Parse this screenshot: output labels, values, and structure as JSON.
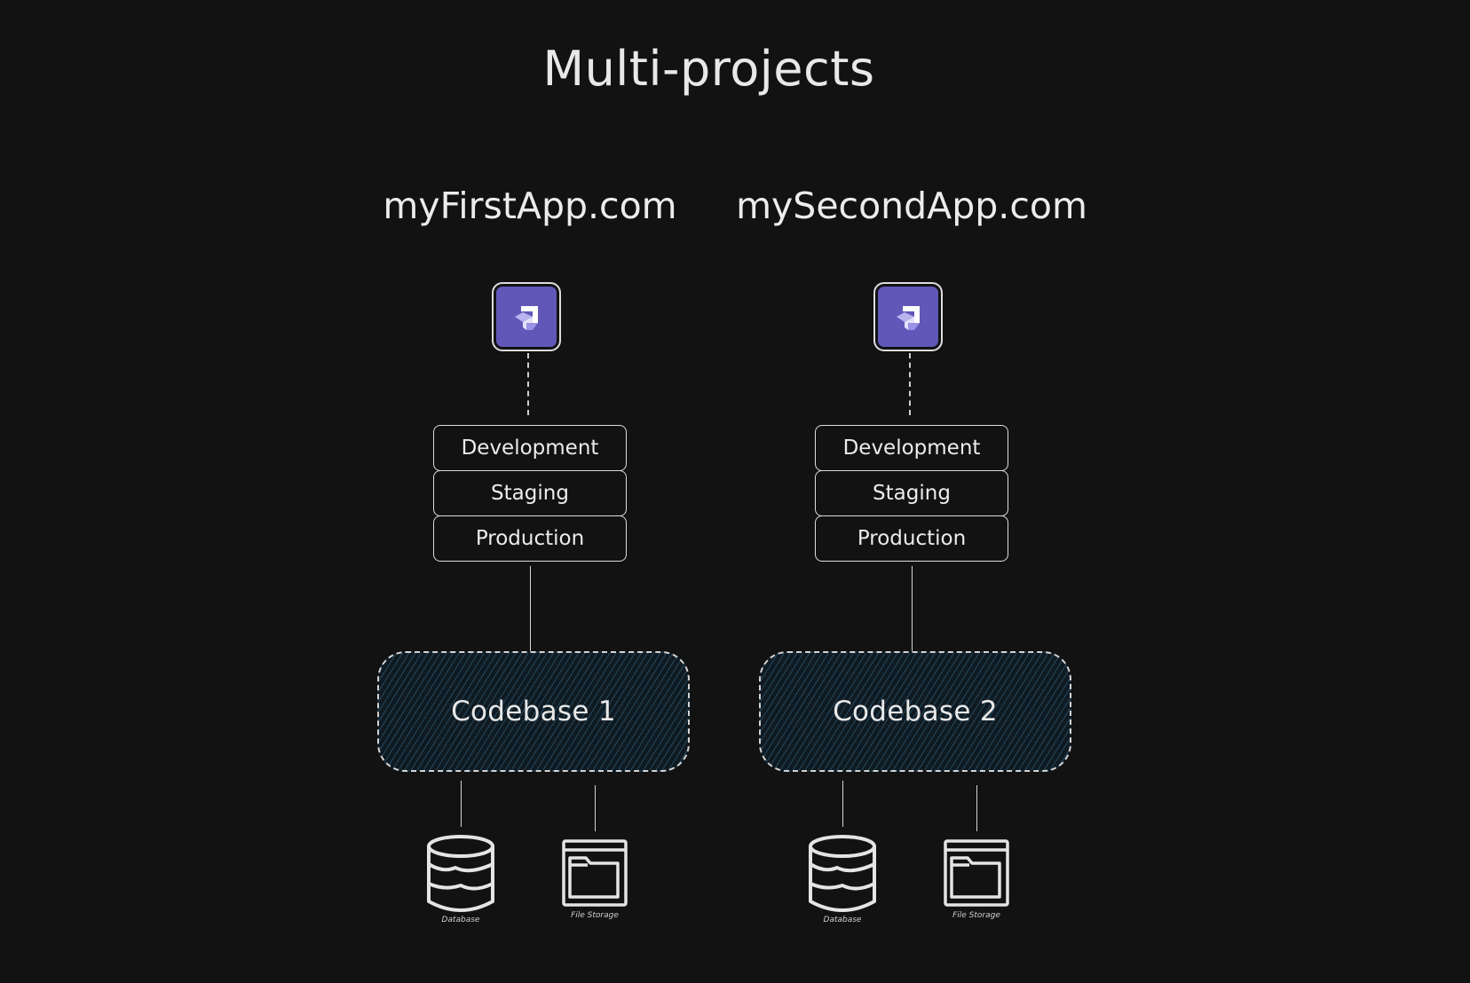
{
  "title": "Multi-projects",
  "projects": [
    {
      "name": "myFirstApp.com",
      "environments": [
        "Development",
        "Staging",
        "Production"
      ],
      "codebase": "Codebase 1",
      "resources": {
        "database": "Database",
        "file_storage": "File Storage"
      }
    },
    {
      "name": "mySecondApp.com",
      "environments": [
        "Development",
        "Staging",
        "Production"
      ],
      "codebase": "Codebase 2",
      "resources": {
        "database": "Database",
        "file_storage": "File Storage"
      }
    }
  ],
  "colors": {
    "background": "#121212",
    "logo_fill": "#6057b9",
    "stroke": "#dcdcdc",
    "codebase_hatch": "#376e91"
  },
  "icons": [
    "platform-logo-icon",
    "database-icon",
    "file-storage-icon"
  ]
}
